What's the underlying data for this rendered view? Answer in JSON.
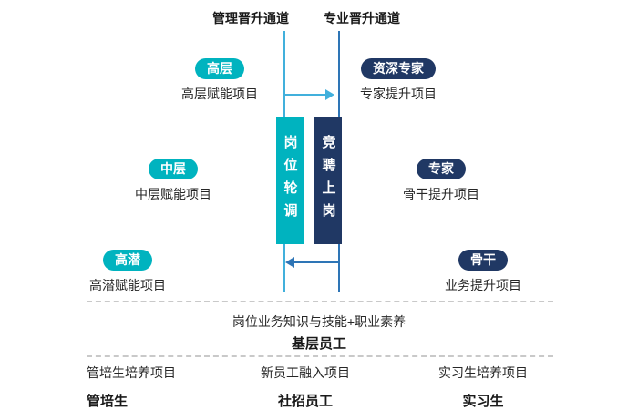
{
  "colors": {
    "cyan": "#00b3bf",
    "navy": "#203864",
    "line_management": "#41b0dc",
    "line_professional": "#2e75b6",
    "divider_dash": "#c9c9c9",
    "text": "#262626"
  },
  "channels": {
    "management": {
      "title": "管理晋升通道",
      "levels": [
        {
          "badge": "高层",
          "project": "高层赋能项目"
        },
        {
          "badge": "中层",
          "project": "中层赋能项目"
        },
        {
          "badge": "高潜",
          "project": "高潜赋能项目"
        }
      ]
    },
    "professional": {
      "title": "专业晋升通道",
      "levels": [
        {
          "badge": "资深专家",
          "project": "专家提升项目"
        },
        {
          "badge": "专家",
          "project": "骨干提升项目"
        },
        {
          "badge": "骨干",
          "project": "业务提升项目"
        }
      ]
    }
  },
  "center_bars": {
    "rotation": "岗位轮调",
    "competition": "竞聘上岗"
  },
  "foundation": {
    "skills": "岗位业务知识与技能+职业素养",
    "label": "基层员工"
  },
  "entry_tracks": [
    {
      "project": "管培生培养项目",
      "label": "管培生"
    },
    {
      "project": "新员工融入项目",
      "label": "社招员工"
    },
    {
      "project": "实习生培养项目",
      "label": "实习生"
    }
  ]
}
